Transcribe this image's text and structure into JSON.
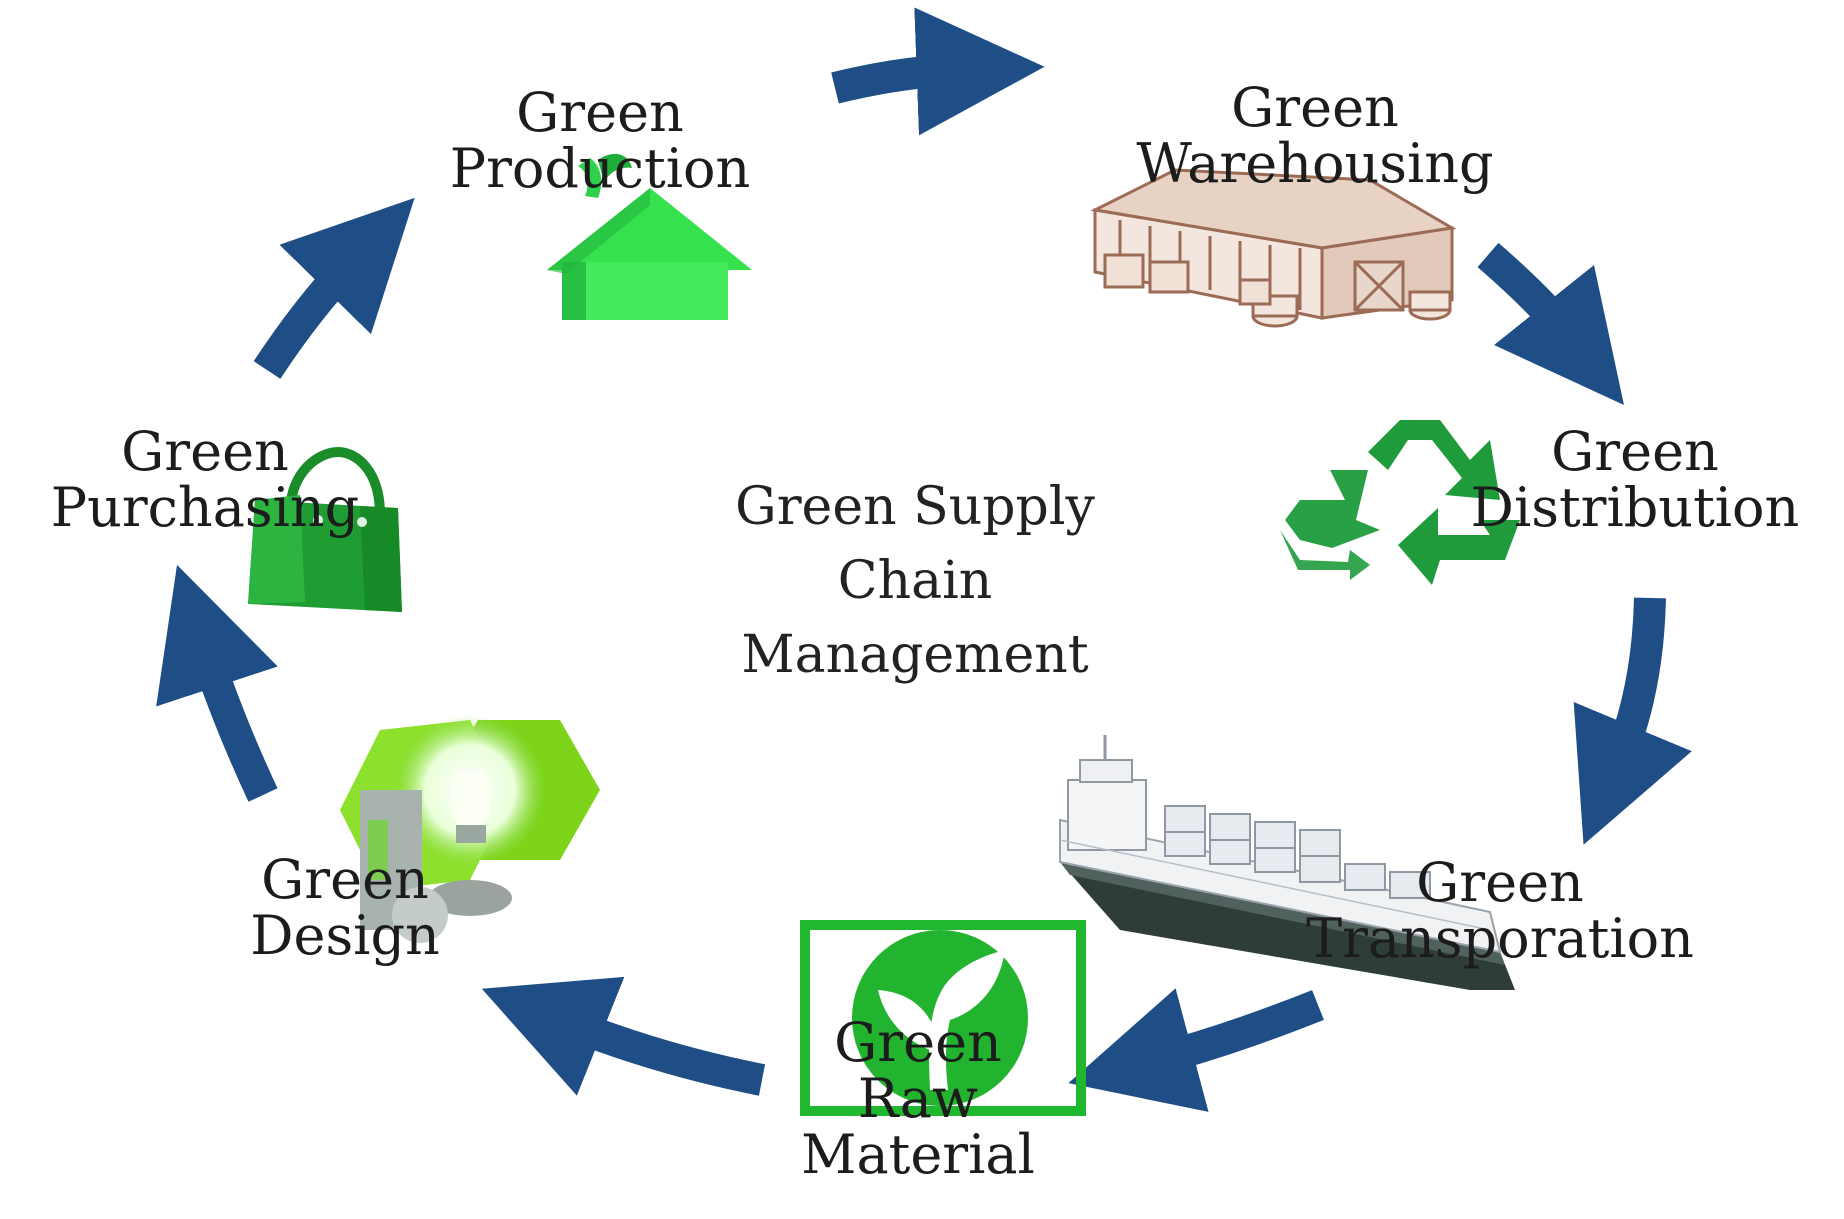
{
  "center_title": [
    "Green Supply",
    "Chain",
    "Management"
  ],
  "stages": [
    {
      "id": "production",
      "lines": [
        "Green",
        "Production"
      ],
      "icon": "house-icon"
    },
    {
      "id": "warehousing",
      "lines": [
        "Green",
        "Warehousing"
      ],
      "icon": "warehouse-icon"
    },
    {
      "id": "distribution",
      "lines": [
        "Green",
        "Distribution"
      ],
      "icon": "recycle-icon"
    },
    {
      "id": "transportation",
      "lines": [
        "Green",
        "Transporation"
      ],
      "icon": "cargo-ship-icon"
    },
    {
      "id": "raw-material",
      "lines": [
        "Green",
        "Raw",
        "Material"
      ],
      "icon": "leaf-sprout-icon"
    },
    {
      "id": "design",
      "lines": [
        "Green",
        "Design"
      ],
      "icon": "light-bulb-icon"
    },
    {
      "id": "purchasing",
      "lines": [
        "Green",
        "Purchasing"
      ],
      "icon": "shopping-bag-icon"
    }
  ],
  "colors": {
    "arrow": "#1f4e86",
    "green_bright": "#33e04a",
    "green_dark": "#1e9b3a",
    "green_lime": "#6bd61a",
    "warehouse": "#b78a72"
  }
}
